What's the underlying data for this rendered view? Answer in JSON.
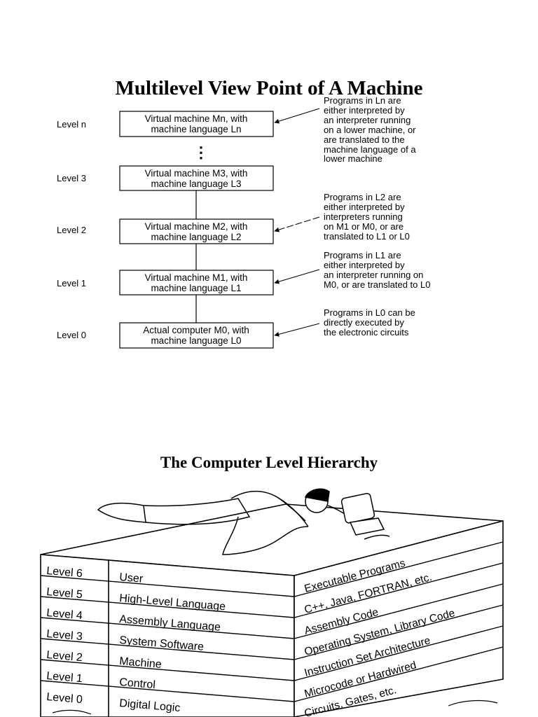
{
  "page": {
    "title1": "Multilevel View Point of A Machine",
    "title2": "The Computer Level Hierarchy"
  },
  "multilevel": {
    "levels": [
      {
        "label": "Level n",
        "box_line1": "Virtual machine Mn, with",
        "box_line2": "machine language Ln"
      },
      {
        "label": "Level 3",
        "box_line1": "Virtual machine M3, with",
        "box_line2": "machine language L3"
      },
      {
        "label": "Level 2",
        "box_line1": "Virtual machine M2, with",
        "box_line2": "machine language L2"
      },
      {
        "label": "Level 1",
        "box_line1": "Virtual machine M1, with",
        "box_line2": "machine language L1"
      },
      {
        "label": "Level 0",
        "box_line1": "Actual computer M0, with",
        "box_line2": "machine language L0"
      }
    ],
    "ellipsis": "⋮",
    "notes": [
      {
        "lines": [
          "Programs in Ln are",
          "either interpreted by",
          "an interpreter running",
          "on a lower machine, or",
          "are translated to the",
          "machine language of a",
          "lower machine"
        ]
      },
      {
        "lines": [
          "Programs in L2 are",
          "either interpreted by",
          "interpreters running",
          "on M1 or M0, or are",
          "translated to L1 or L0"
        ]
      },
      {
        "lines": [
          "Programs in L1 are",
          "either interpreted by",
          "an interpreter running on",
          "M0, or are translated to L0"
        ]
      },
      {
        "lines": [
          "Programs in L0 can be",
          "directly executed by",
          "the electronic circuits"
        ]
      }
    ]
  },
  "hierarchy": {
    "rows": [
      {
        "level": "Level 6",
        "name": "User",
        "right": "Executable Programs"
      },
      {
        "level": "Level 5",
        "name": "High-Level Language",
        "right": "C++, Java, FORTRAN, etc."
      },
      {
        "level": "Level 4",
        "name": "Assembly Language",
        "right": "Assembly Code"
      },
      {
        "level": "Level 3",
        "name": "System Software",
        "right": "Operating System, Library Code"
      },
      {
        "level": "Level 2",
        "name": "Machine",
        "right": "Instruction Set Architecture"
      },
      {
        "level": "Level 1",
        "name": "Control",
        "right": "Microcode or Hardwired"
      },
      {
        "level": "Level 0",
        "name": "Digital Logic",
        "right": "Circuits, Gates, etc."
      }
    ]
  }
}
